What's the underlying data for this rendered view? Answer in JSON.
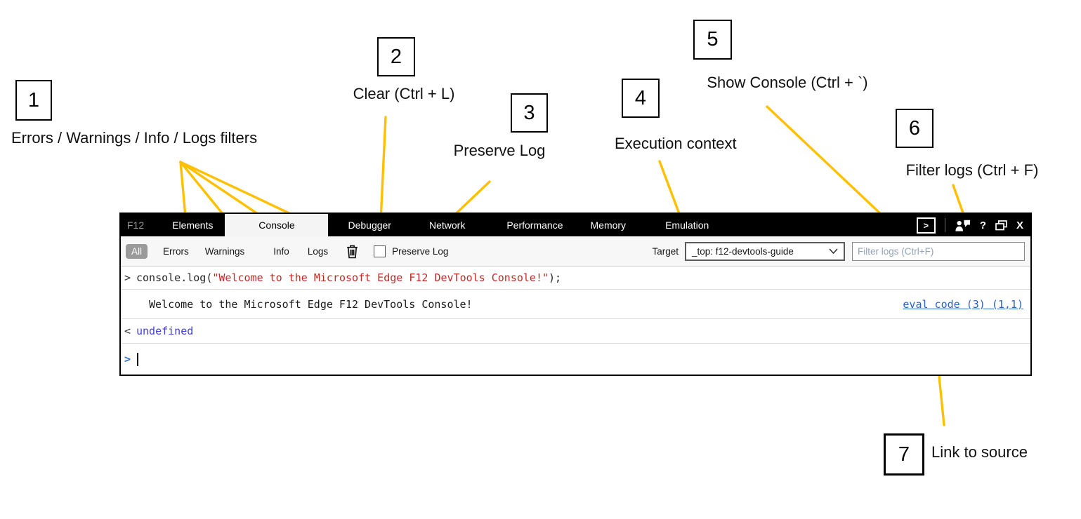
{
  "colors": {
    "accent_line": "#FFC000",
    "code_red": "#BE2B26",
    "result_blue": "#4040DC",
    "link_blue": "#2A62C4",
    "prompt_blue": "#2E6BD0"
  },
  "annotations": {
    "callouts": [
      {
        "num": "1",
        "label": "Errors / Warnings / Info / Logs filters"
      },
      {
        "num": "2",
        "label": "Clear (Ctrl + L)"
      },
      {
        "num": "3",
        "label": "Preserve Log"
      },
      {
        "num": "4",
        "label": "Execution context"
      },
      {
        "num": "5",
        "label": "Show Console (Ctrl + `)"
      },
      {
        "num": "6",
        "label": "Filter logs (Ctrl + F)"
      },
      {
        "num": "7",
        "label": "Link to source"
      }
    ]
  },
  "devtools": {
    "titlebar": {
      "tabs": [
        {
          "label": "F12"
        },
        {
          "label": "Elements"
        },
        {
          "label": "Console"
        },
        {
          "label": "Debugger"
        },
        {
          "label": "Network"
        },
        {
          "label": "Performance"
        },
        {
          "label": "Memory"
        },
        {
          "label": "Emulation"
        }
      ],
      "active_tab": "Console",
      "show_console_glyph": ">",
      "help_glyph": "?",
      "close_glyph": "X",
      "icons": [
        "show-console-icon",
        "feedback-user-icon",
        "help-icon",
        "unpin-window-icon",
        "close-icon"
      ]
    },
    "toolbar": {
      "filters": [
        "All",
        "Errors",
        "Warnings",
        "Info",
        "Logs"
      ],
      "active_filter": "All",
      "clear_icon": "trash-icon",
      "preserve_log_checked": false,
      "preserve_log_label": "Preserve Log",
      "target_label": "Target",
      "target_value": "_top: f12-devtools-guide",
      "filter_placeholder": "Filter logs (Ctrl+F)"
    },
    "console": {
      "echo_chevron": ">",
      "echo_prefix": "console.log(",
      "echo_string": "\"Welcome to the Microsoft Edge F12 DevTools Console!\"",
      "echo_suffix": ");",
      "output_text": "Welcome to the Microsoft Edge F12 DevTools Console!",
      "source_link": "eval code (3) (1,1)",
      "result_chevron": "<",
      "result_value": "undefined",
      "prompt_chevron": ">"
    }
  }
}
